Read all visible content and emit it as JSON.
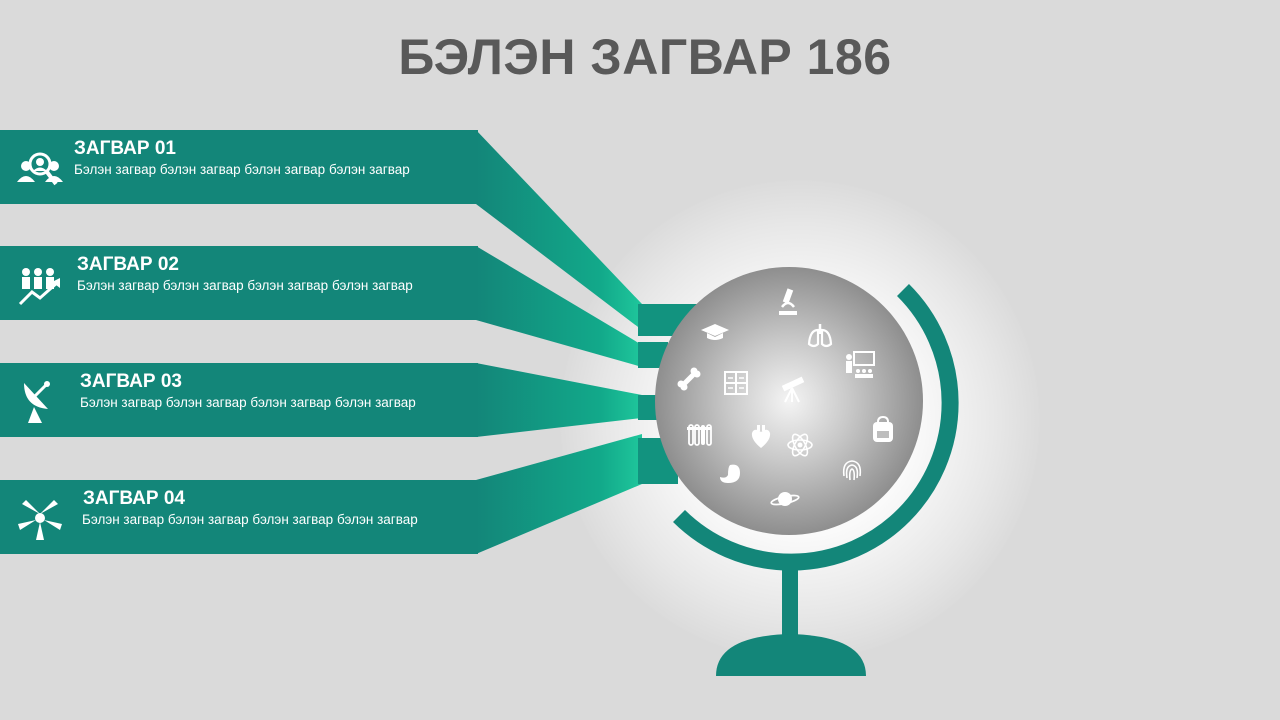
{
  "title": "БЭЛЭН ЗАГВАР 186",
  "colors": {
    "accent": "#138679",
    "background": "#dadada",
    "title": "#595959"
  },
  "items": [
    {
      "title": "ЗАГВАР 01",
      "text": "Бэлэн загвар бэлэн загвар бэлэн загвар бэлэн загвар",
      "icon": "people-search-icon"
    },
    {
      "title": "ЗАГВАР 02",
      "text": "Бэлэн загвар бэлэн загвар бэлэн загвар бэлэн загвар",
      "icon": "team-growth-icon"
    },
    {
      "title": "ЗАГВАР 03",
      "text": "Бэлэн загвар бэлэн загвар бэлэн загвар бэлэн загвар",
      "icon": "satellite-dish-icon"
    },
    {
      "title": "ЗАГВАР 04",
      "text": "Бэлэн загвар бэлэн загвар бэлэн загвар бэлэн загвар",
      "icon": "teamwork-hands-icon"
    }
  ],
  "globe_icons": [
    "microscope-icon",
    "graduation-cap-icon",
    "lungs-icon",
    "teacher-board-icon",
    "bone-icon",
    "calculator-icon",
    "telescope-icon",
    "test-tubes-icon",
    "heart-icon",
    "atom-icon",
    "backpack-icon",
    "stomach-icon",
    "fingerprint-icon",
    "planet-icon"
  ]
}
